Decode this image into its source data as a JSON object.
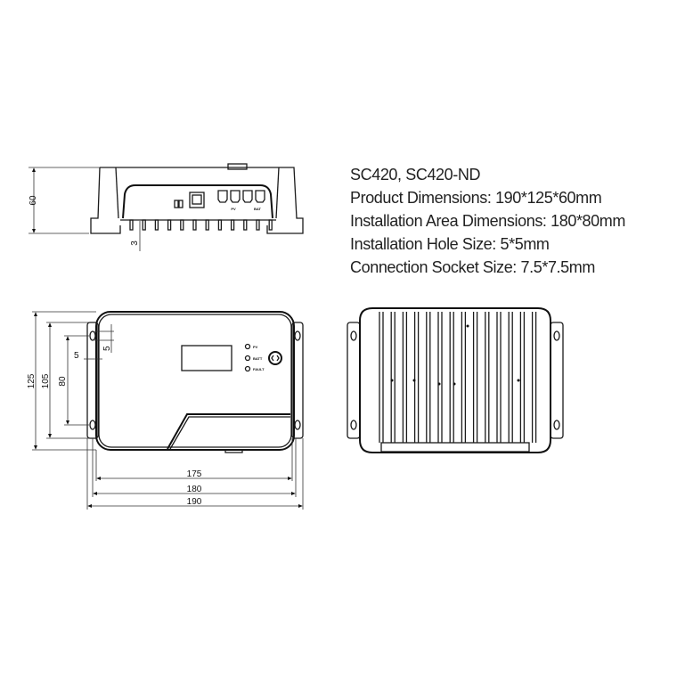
{
  "specs": {
    "model": "SC420, SC420-ND",
    "product_dimensions": "Product Dimensions: 190*125*60mm",
    "installation_area": "Installation Area Dimensions: 180*80mm",
    "hole_size": "Installation Hole Size: 5*5mm",
    "socket_size": "Connection Socket Size: 7.5*7.5mm"
  },
  "side_view": {
    "height_dim": "60",
    "fin_gap_dim": "3",
    "port_labels": {
      "pv": "PV",
      "bat": "BAT"
    }
  },
  "front_view": {
    "dims": {
      "height": "125",
      "flange_height": "105",
      "hole_spacing_v": "80",
      "hole_w": "5",
      "hole_h": "5",
      "w175": "175",
      "w180": "180",
      "w190": "190"
    },
    "leds": [
      "PV",
      "BATT",
      "FAULT"
    ]
  }
}
